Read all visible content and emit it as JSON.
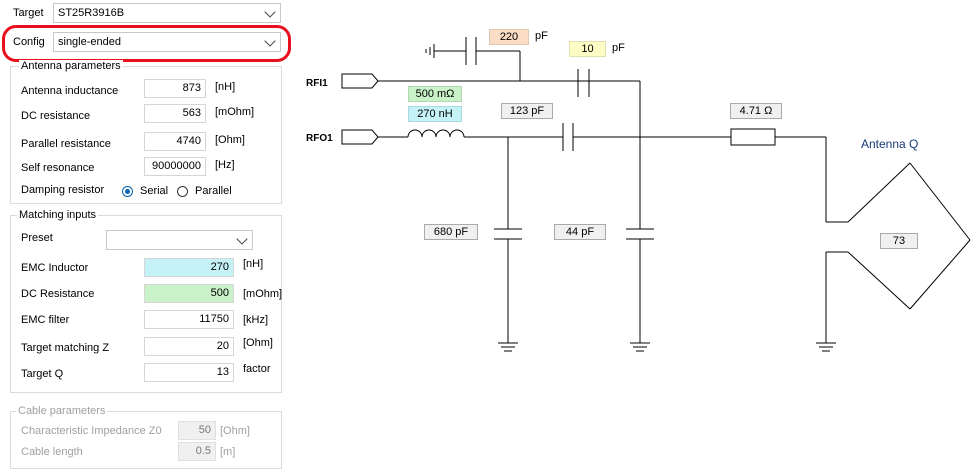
{
  "target": {
    "label": "Target",
    "value": "ST25R3916B"
  },
  "config": {
    "label": "Config",
    "value": "single-ended"
  },
  "antenna": {
    "title": "Antenna parameters",
    "rows": [
      {
        "label": "Antenna inductance",
        "value": "873",
        "unit": "[nH]"
      },
      {
        "label": "DC resistance",
        "value": "563",
        "unit": "[mOhm]"
      },
      {
        "label": "Parallel resistance",
        "value": "4740",
        "unit": "[Ohm]"
      },
      {
        "label": "Self resonance",
        "value": "90000000",
        "unit": "[Hz]"
      }
    ],
    "damping_label": "Damping resistor",
    "damping_options": [
      "Serial",
      "Parallel"
    ],
    "damping_selected": "Serial"
  },
  "matching": {
    "title": "Matching inputs",
    "preset_label": "Preset",
    "preset_value": "",
    "rows": [
      {
        "label": "EMC Inductor",
        "value": "270",
        "unit": "[nH]"
      },
      {
        "label": "DC Resistance",
        "value": "500",
        "unit": "[mOhm]"
      },
      {
        "label": "EMC filter",
        "value": "11750",
        "unit": "[kHz]"
      },
      {
        "label": "Target matching Z",
        "value": "20",
        "unit": "[Ohm]"
      },
      {
        "label": "Target Q",
        "value": "13",
        "unit": "factor"
      }
    ]
  },
  "cable": {
    "title": "Cable parameters",
    "rows": [
      {
        "label": "Characteristic Impedance Z0",
        "value": "50",
        "unit": "[Ohm]"
      },
      {
        "label": "Cable length",
        "value": "0.5",
        "unit": "[m]"
      }
    ]
  },
  "schematic": {
    "rfi_label": "RFI1",
    "rfo_label": "RFO1",
    "c_gnd_value": "220",
    "c_gnd_unit": "pF",
    "c_rfi_value": "10",
    "c_rfi_unit": "pF",
    "emc_r_value": "500 mΩ",
    "emc_l_value": "270 nH",
    "c_series_value": "123 pF",
    "r_series_value": "4.71 Ω",
    "c_shunt1_value": "680 pF",
    "c_shunt2_value": "44 pF",
    "antenna_q_label": "Antenna Q",
    "antenna_q_value": "73"
  },
  "colors": {
    "emc_r_bg": "#c9f2c9",
    "emc_l_bg": "#c4f2f7",
    "c_gnd_bg": "#fbdcc4",
    "c_rfi_bg": "#fdfcc4",
    "emc_inductor_field": "#c4f2f7",
    "dc_resistance_field": "#c9f2c9",
    "highlight": "#e8101e",
    "selected_radio": "#0063b1"
  }
}
